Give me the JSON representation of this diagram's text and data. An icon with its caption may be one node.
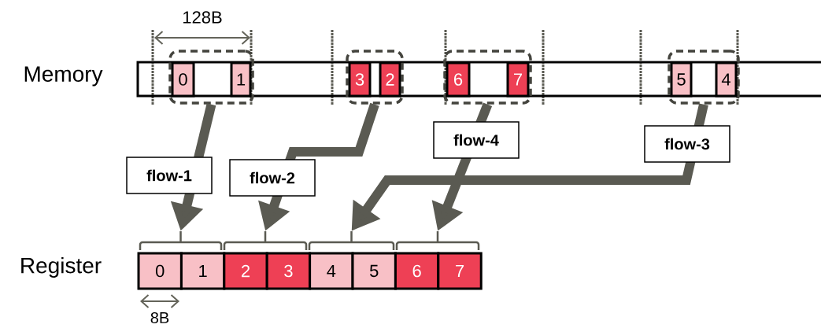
{
  "diagram": {
    "nodes": [
      {
        "text": [],
        "shape": "box"
      },
      {
        "text": [
          "0"
        ],
        "in": 0
      },
      {
        "text": [
          "1"
        ],
        "in": 0
      },
      {
        "text": [],
        "shape": "box"
      },
      {
        "text": [
          "3"
        ],
        "in": 3
      },
      {
        "text": [
          "2"
        ],
        "in": 3
      },
      {
        "text": [],
        "shape": "box"
      },
      {
        "text": [
          "6"
        ],
        "in": 6
      },
      {
        "text": [
          "7"
        ],
        "in": 6
      },
      {
        "text": [],
        "shape": "box"
      },
      {
        "text": [
          "5"
        ],
        "in": 9
      },
      {
        "text": [
          "4"
        ],
        "in": 9
      },
      {
        "text": [],
        "shape": "bracket"
      },
      {
        "text": [],
        "shape": "bracket"
      },
      {
        "text": [],
        "shape": "bracket"
      },
      {
        "text": [],
        "shape": "bracket"
      },
      {
        "text": [
          "0"
        ]
      },
      {
        "text": [
          "1"
        ]
      },
      {
        "text": [
          "2"
        ]
      },
      {
        "text": [
          "3"
        ]
      },
      {
        "text": [
          "4"
        ]
      },
      {
        "text": [
          "5"
        ]
      },
      {
        "text": [
          "6"
        ]
      },
      {
        "text": [
          "7"
        ]
      }
    ],
    "edges": [
      {
        "from": 0,
        "to": 12,
        "arrow": "to",
        "label": "flow-1"
      },
      {
        "from": 3,
        "to": 13,
        "arrow": "to",
        "label": "flow-2"
      },
      {
        "from": 6,
        "to": 15,
        "arrow": "to",
        "label": "flow-4"
      },
      {
        "from": 9,
        "to": 14,
        "arrow": "to",
        "label": "flow-3"
      }
    ],
    "labels": [
      "128B",
      "Memory",
      "Register",
      "8B"
    ]
  }
}
